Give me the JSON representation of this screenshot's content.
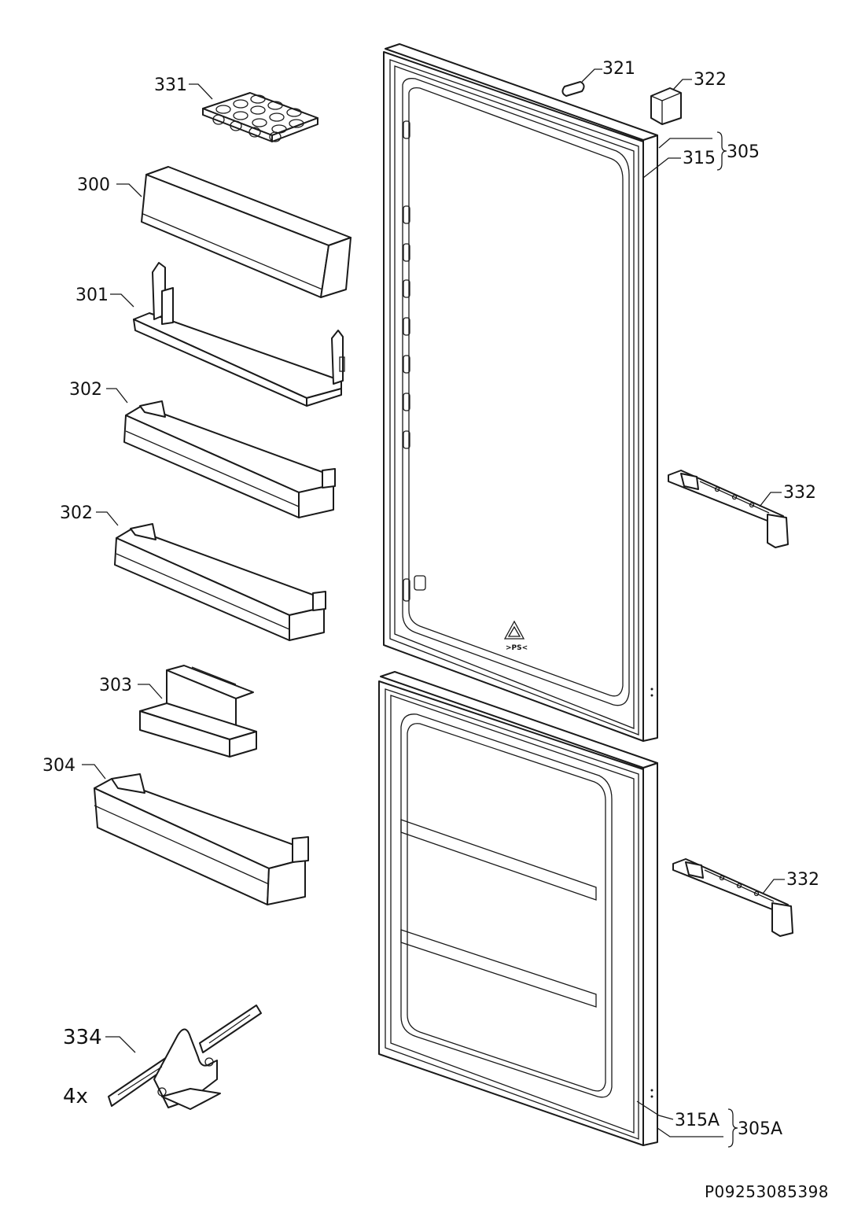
{
  "labels": {
    "p331": "331",
    "p321": "321",
    "p322": "322",
    "p300": "300",
    "p315": "315",
    "p305": "305",
    "p301": "301",
    "p302a": "302",
    "p302b": "302",
    "p332a": "332",
    "p303": "303",
    "p304": "304",
    "p332b": "332",
    "p334": "334",
    "qty334": "4x",
    "p315A": "315A",
    "p305A": "305A"
  },
  "recycle_mark": ">PS<",
  "document_id": "P09253085398"
}
